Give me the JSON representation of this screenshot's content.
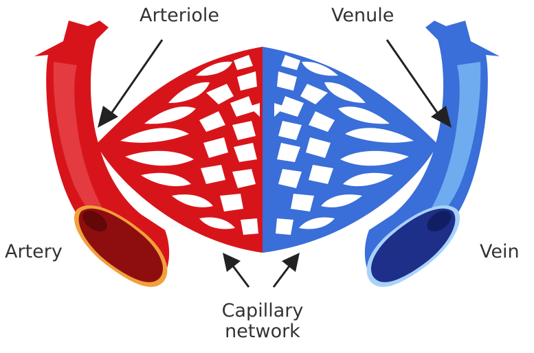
{
  "labels": {
    "arteriole": "Arteriole",
    "venule": "Venule",
    "artery": "Artery",
    "vein": "Vein",
    "capillary_line1": "Capillary",
    "capillary_line2": "network"
  },
  "colors": {
    "artery_red": "#d8141b",
    "artery_light": "#e8484e",
    "artery_lumen": "#8e0e10",
    "artery_rim": "#f2a03a",
    "vein_blue": "#3a6ed8",
    "vein_light": "#74b2f2",
    "vein_lumen": "#1e2f8a",
    "arrow": "#222222",
    "text": "#333333"
  }
}
